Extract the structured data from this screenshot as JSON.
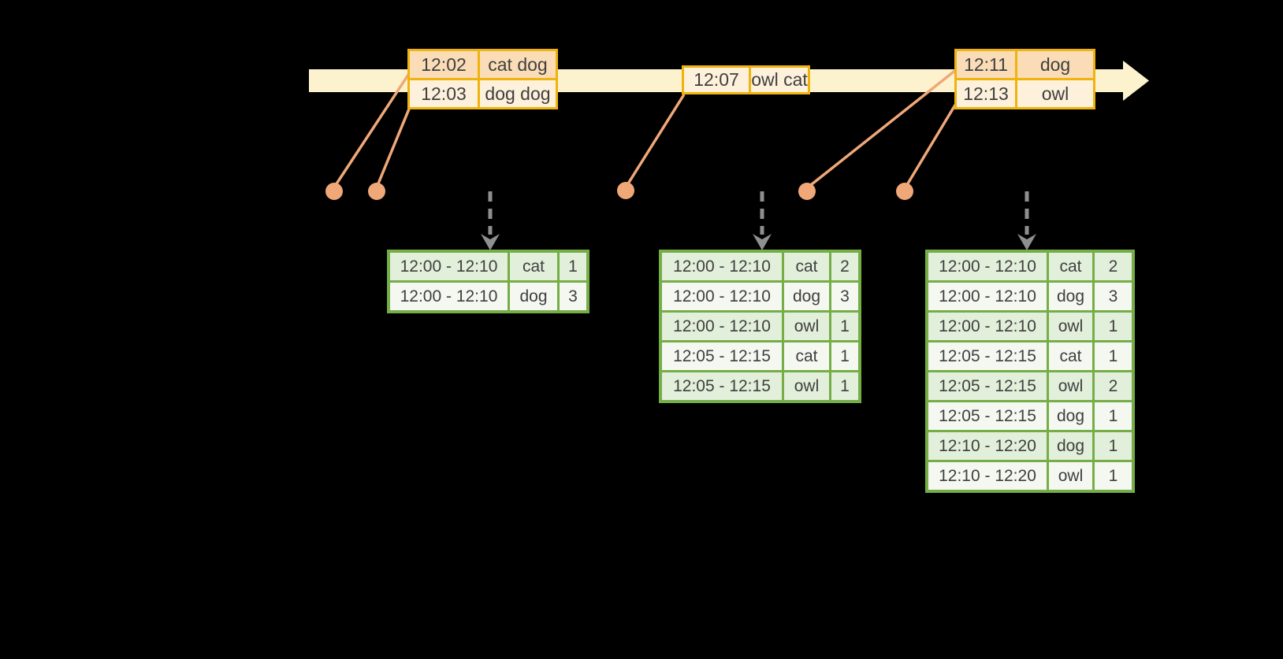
{
  "colors": {
    "background": "#000000",
    "gold": "#F0B30E",
    "peach": "#FADCB6",
    "cream": "#FDF1DC",
    "band": "#FCF3CE",
    "salmon": "#F0A878",
    "green_border": "#75AD47",
    "green_light": "#E2EFDA",
    "green_lighter": "#F4F8F1",
    "gray_arrow": "#8F8F8F",
    "text": "#3F3F3F"
  },
  "icons": {
    "timeline_arrow": "right-pointing timeline arrow",
    "event_dot": "filled circle event marker",
    "emit_arrow": "dashed down arrow"
  },
  "event_tables": [
    {
      "rows": [
        {
          "time": "12:02",
          "words": "cat dog",
          "shade": "dark"
        },
        {
          "time": "12:03",
          "words": "dog dog",
          "shade": "light"
        }
      ]
    },
    {
      "rows": [
        {
          "time": "12:07",
          "words": "owl cat",
          "shade": "light"
        }
      ]
    },
    {
      "rows": [
        {
          "time": "12:11",
          "words": "dog",
          "shade": "dark"
        },
        {
          "time": "12:13",
          "words": "owl",
          "shade": "light"
        }
      ]
    }
  ],
  "result_tables": [
    {
      "rows": [
        [
          "12:00 - 12:10",
          "cat",
          "1"
        ],
        [
          "12:00 - 12:10",
          "dog",
          "3"
        ]
      ]
    },
    {
      "rows": [
        [
          "12:00 - 12:10",
          "cat",
          "2"
        ],
        [
          "12:00 - 12:10",
          "dog",
          "3"
        ],
        [
          "12:00 - 12:10",
          "owl",
          "1"
        ],
        [
          "12:05 - 12:15",
          "cat",
          "1"
        ],
        [
          "12:05 - 12:15",
          "owl",
          "1"
        ]
      ]
    },
    {
      "rows": [
        [
          "12:00 - 12:10",
          "cat",
          "2"
        ],
        [
          "12:00 - 12:10",
          "dog",
          "3"
        ],
        [
          "12:00 - 12:10",
          "owl",
          "1"
        ],
        [
          "12:05 - 12:15",
          "cat",
          "1"
        ],
        [
          "12:05 - 12:15",
          "owl",
          "2"
        ],
        [
          "12:05 - 12:15",
          "dog",
          "1"
        ],
        [
          "12:10 - 12:20",
          "dog",
          "1"
        ],
        [
          "12:10 - 12:20",
          "owl",
          "1"
        ]
      ]
    }
  ]
}
